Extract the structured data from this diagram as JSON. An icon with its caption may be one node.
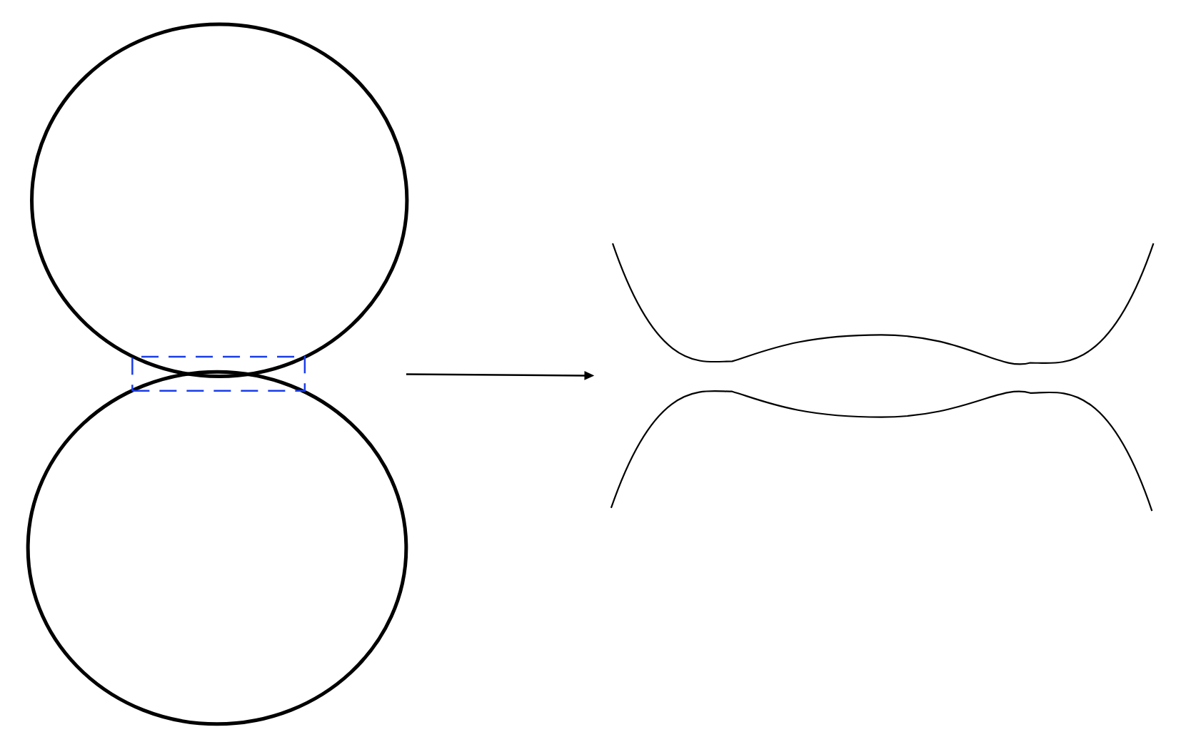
{
  "diagram": {
    "nodes": [
      {
        "text": [],
        "shape": "circle"
      },
      {
        "text": [],
        "shape": "circle"
      },
      {
        "text": [],
        "shape": "box"
      },
      {
        "text": [],
        "shape": "curves"
      }
    ],
    "edges": [
      {
        "from": null,
        "to": 3,
        "arrow": "to"
      }
    ]
  }
}
